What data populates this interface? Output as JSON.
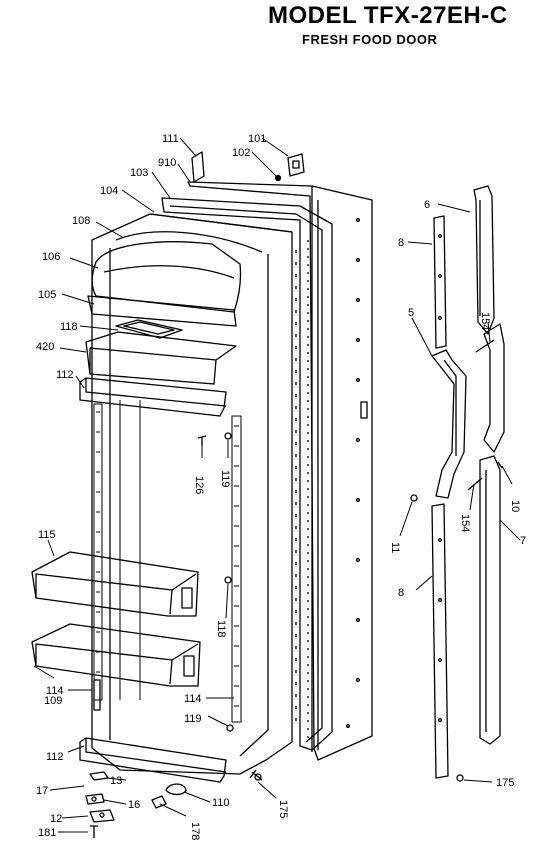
{
  "header": {
    "model_title": "MODEL TFX-27EH-C",
    "subtitle": "FRESH FOOD DOOR"
  },
  "callouts": {
    "c111": "111",
    "c101": "101",
    "c102": "102",
    "c910": "910",
    "c103": "103",
    "c104": "104",
    "c108": "108",
    "c106": "106",
    "c105": "105",
    "c118a": "118",
    "c420": "420",
    "c112a": "112",
    "c126": "126",
    "c119a": "119",
    "c115": "115",
    "c118b": "118",
    "c109": "109",
    "c114a": "114",
    "c114b": "114",
    "c119b": "119",
    "c112b": "112",
    "c13": "13",
    "c17": "17",
    "c16": "16",
    "c12": "12",
    "c181": "181",
    "c110": "110",
    "c178": "178",
    "c175a": "175",
    "c6": "6",
    "c8a": "8",
    "c5": "5",
    "c154a": "154",
    "c10": "10",
    "c11": "11",
    "c154b": "154",
    "c7": "7",
    "c8b": "8",
    "c175b": "175"
  }
}
